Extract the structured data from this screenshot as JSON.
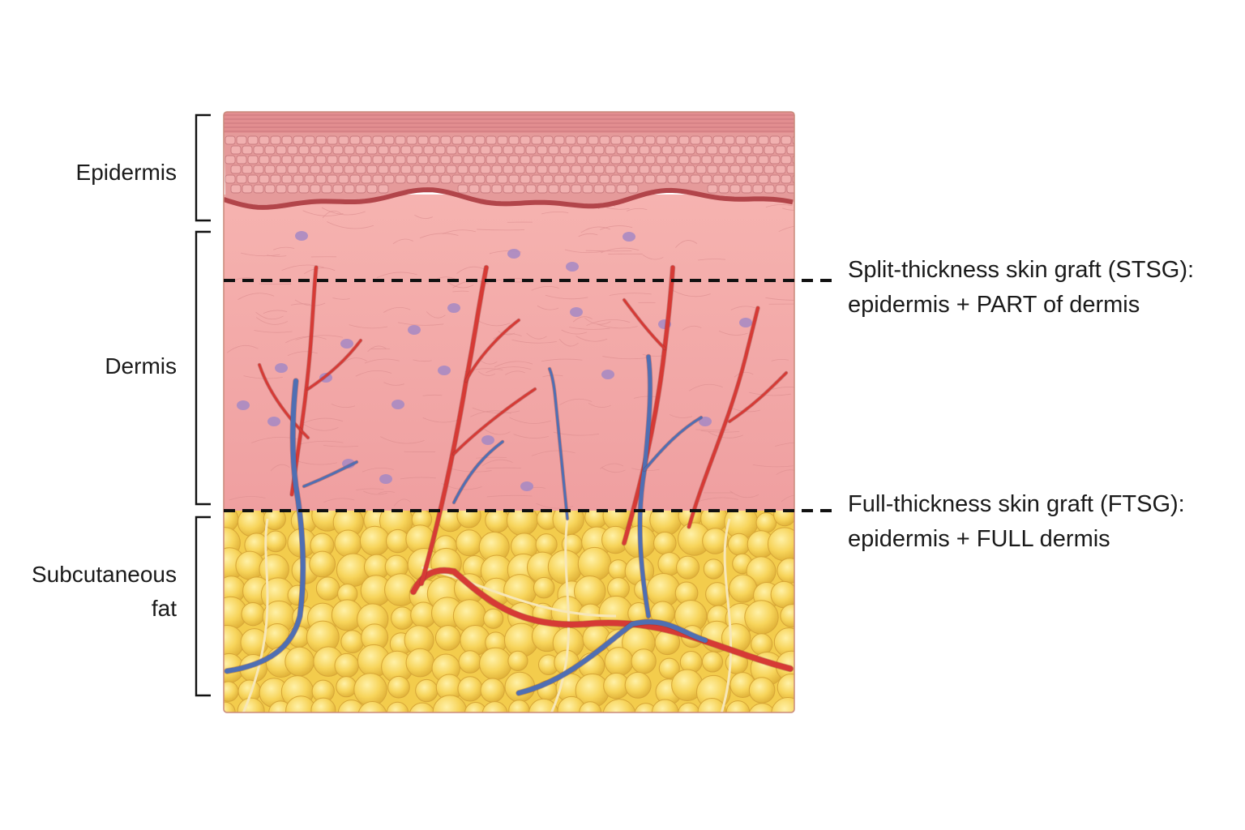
{
  "layers": {
    "epidermis": {
      "label": "Epidermis"
    },
    "dermis": {
      "label": "Dermis"
    },
    "subcutaneous": {
      "line1": "Subcutaneous",
      "line2": "fat"
    }
  },
  "grafts": {
    "stsg": {
      "line1": "Split-thickness skin graft (STSG):",
      "line2": "epidermis + PART of dermis"
    },
    "ftsg": {
      "line1": "Full-thickness skin graft (FTSG):",
      "line2": "epidermis + FULL dermis"
    }
  },
  "colors": {
    "epidermis": "#e59a9a",
    "dermis": "#f1a8a6",
    "fat": "#f3cc4c",
    "artery": "#d63a35",
    "vein": "#4f6fb3",
    "cell_nucleus": "#a488c4",
    "dashed_line": "#111111",
    "bracket": "#111111"
  }
}
